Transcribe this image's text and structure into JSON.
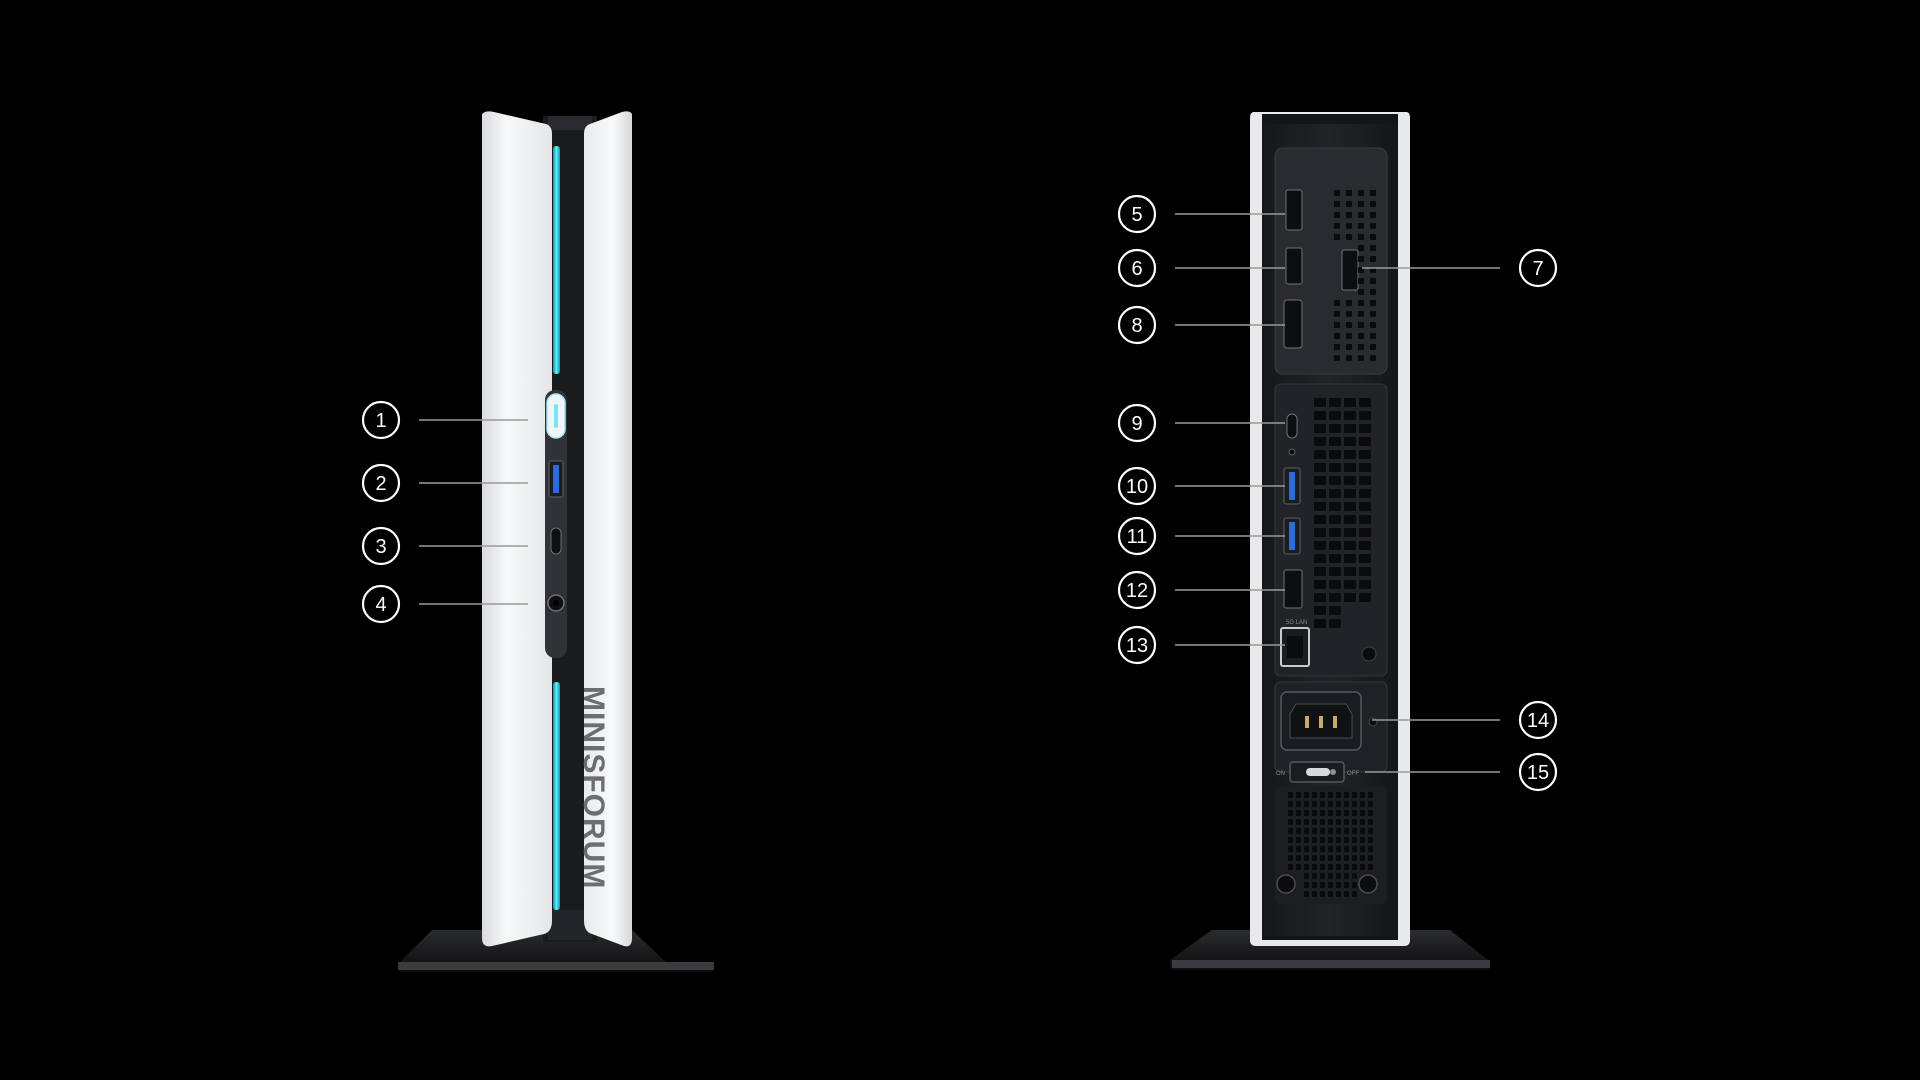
{
  "brand": {
    "logo_text": "MINISFORUM"
  },
  "rear_labels": {
    "switch_on": "ON",
    "switch_off": "OFF",
    "lan": "5G LAN"
  },
  "callouts": [
    {
      "id": 1,
      "label": "1"
    },
    {
      "id": 2,
      "label": "2"
    },
    {
      "id": 3,
      "label": "3"
    },
    {
      "id": 4,
      "label": "4"
    },
    {
      "id": 5,
      "label": "5"
    },
    {
      "id": 6,
      "label": "6"
    },
    {
      "id": 7,
      "label": "7"
    },
    {
      "id": 8,
      "label": "8"
    },
    {
      "id": 9,
      "label": "9"
    },
    {
      "id": 10,
      "label": "10"
    },
    {
      "id": 11,
      "label": "11"
    },
    {
      "id": 12,
      "label": "12"
    },
    {
      "id": 13,
      "label": "13"
    },
    {
      "id": 14,
      "label": "14"
    },
    {
      "id": 15,
      "label": "15"
    }
  ],
  "colors": {
    "background": "#000000",
    "case_white": "#f1f2f4",
    "accent_cyan": "#29d3ee",
    "rear_panel": "#1e1f22",
    "callout_stroke": "#ffffff",
    "leader_line": "#9a9a9a"
  }
}
